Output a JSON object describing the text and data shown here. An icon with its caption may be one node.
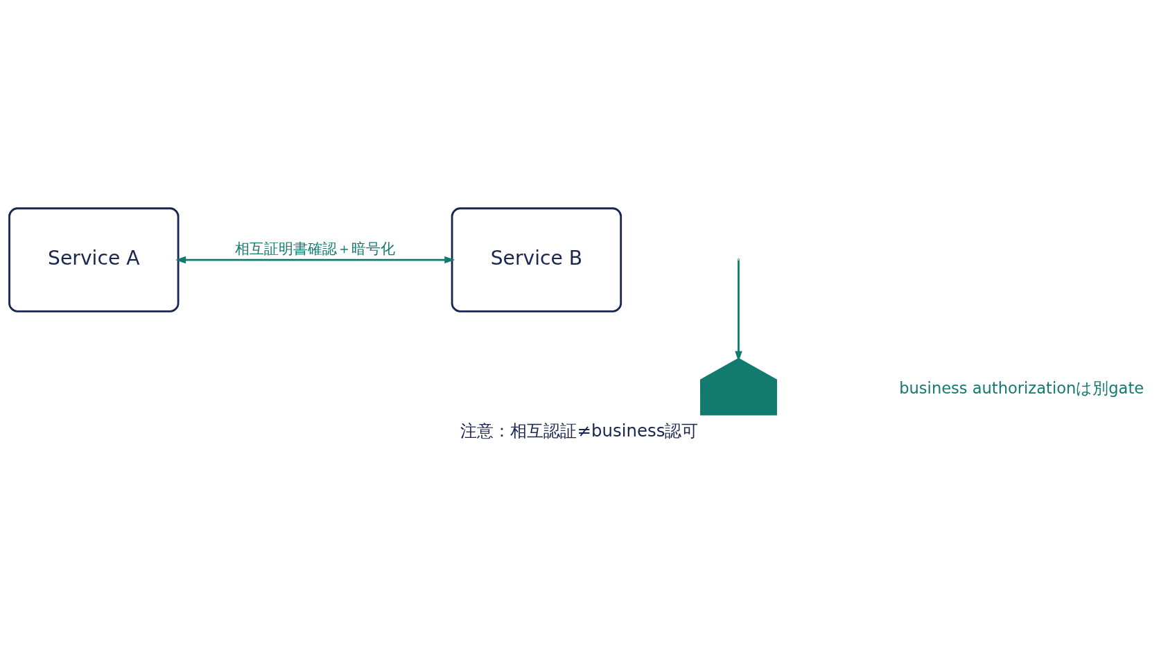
{
  "diagram": {
    "caption": "注意：相互認証≠business認可",
    "nodes": [
      {
        "text": [
          "Service A"
        ]
      },
      {
        "text": [
          "Service B"
        ]
      },
      {
        "text": [],
        "shape": "gate"
      }
    ],
    "edges": [
      {
        "from": 0,
        "to": 1,
        "arrow": "both",
        "label": "相互証明書確認＋暗号化"
      },
      {
        "from": null,
        "to": 2,
        "arrow": "to"
      }
    ],
    "labels": [
      "business authorizationは別gate"
    ]
  }
}
